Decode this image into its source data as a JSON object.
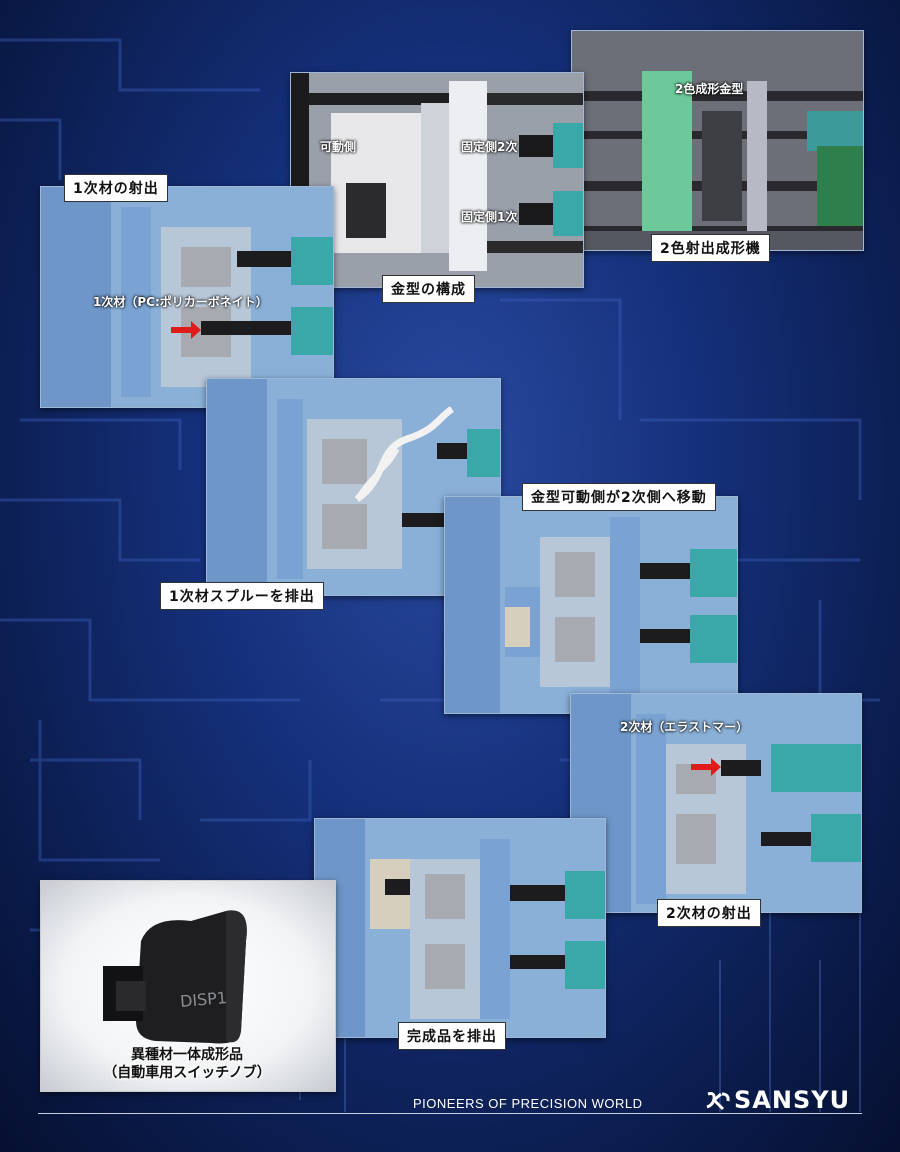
{
  "labels": {
    "mold_structure": "金型の構成",
    "two_color_machine": "2色射出成形機",
    "first_injection": "1次材の射出",
    "sprue_eject": "1次材スプルーを排出",
    "mold_move": "金型可動側が2次側へ移動",
    "second_injection": "2次材の射出",
    "product_eject": "完成品を排出"
  },
  "inline_labels": {
    "movable_side": "可動側",
    "fixed_side_2": "固定側2次",
    "fixed_side_1": "固定側1次",
    "two_color_mold": "2色成形金型",
    "first_material": "1次材（PC:ポリカーボネイト）",
    "second_material": "2次材（エラストマー）"
  },
  "product": {
    "part_text": "DISP1",
    "caption_line1": "異種材一体成形品",
    "caption_line2": "（自動車用スイッチノブ）"
  },
  "footer": {
    "tagline": "PIONEERS OF PRECISION WORLD",
    "brand": "SANSYU"
  }
}
